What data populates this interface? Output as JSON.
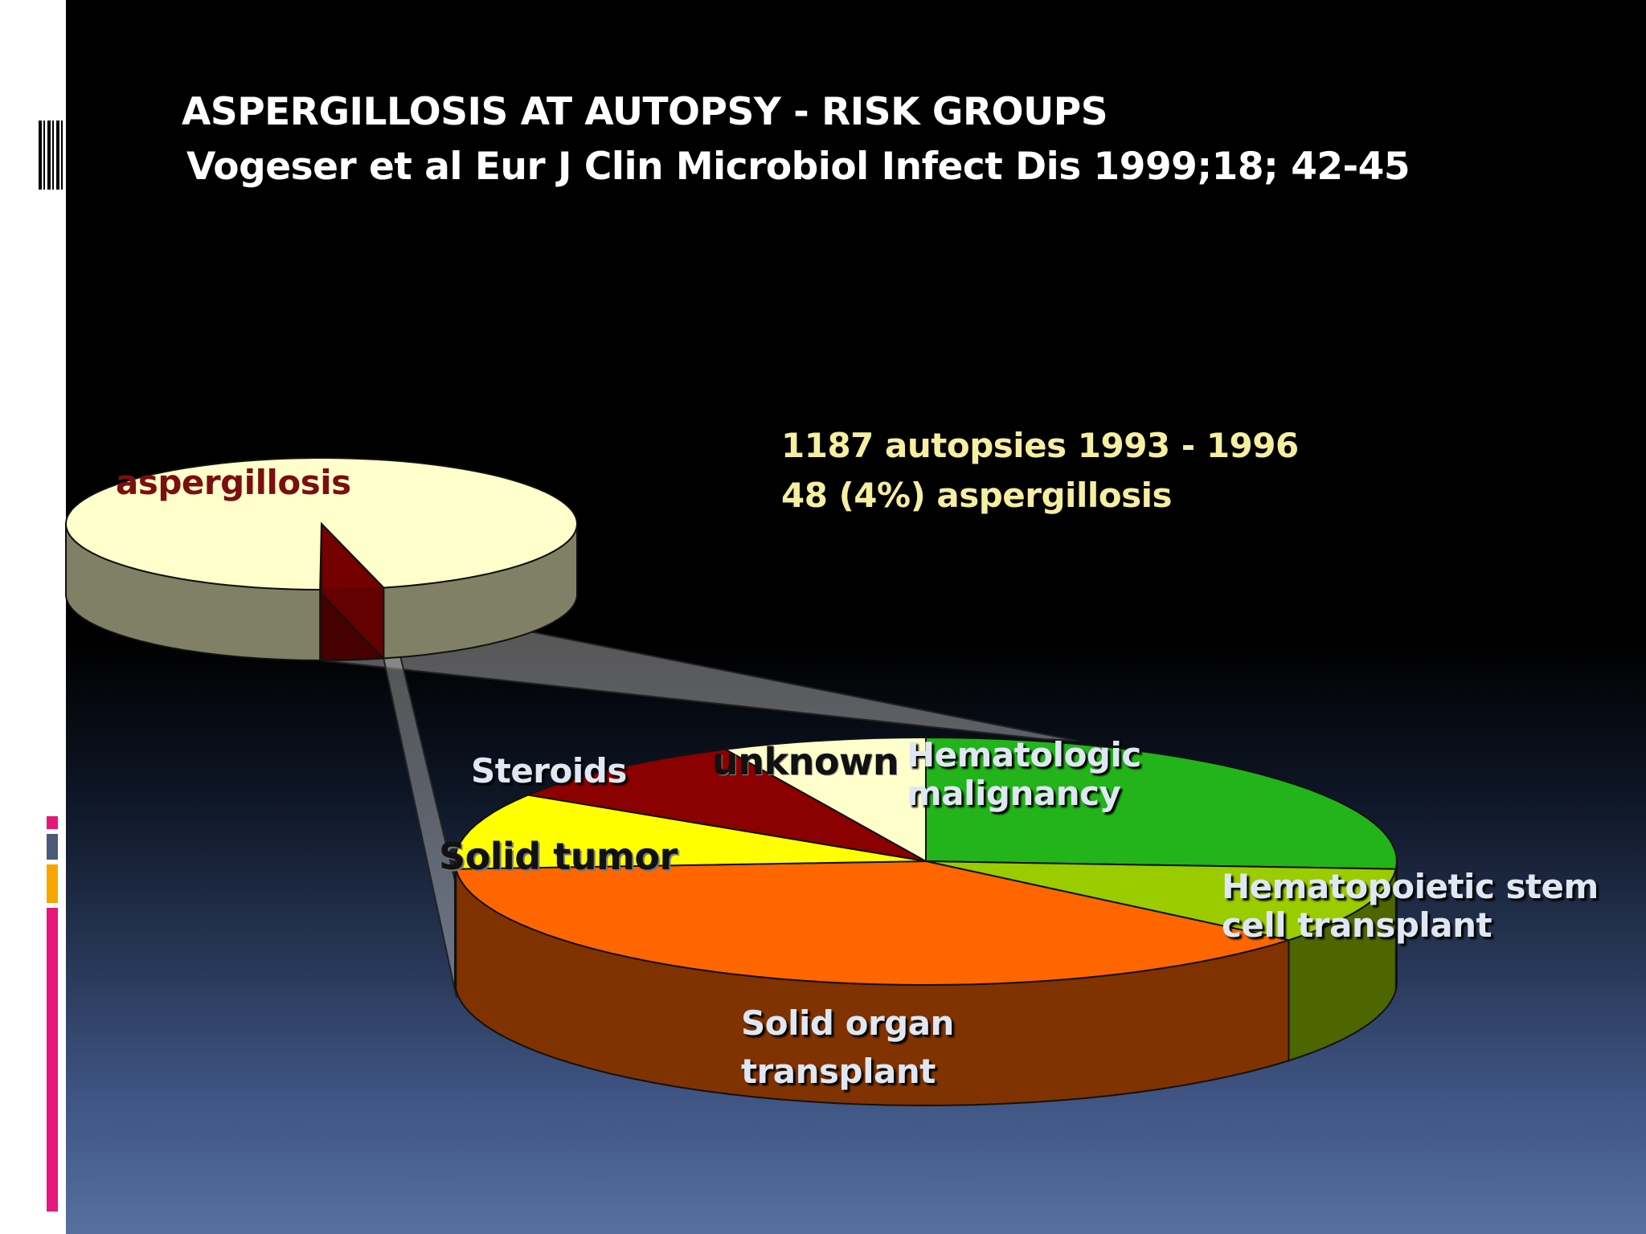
{
  "slide": {
    "title": "ASPERGILLOSIS AT AUTOPSY - RISK GROUPS",
    "subtitle": "Vogeser et al  Eur J Clin Microbiol Infect Dis 1999;18; 42-45",
    "stats_line1": "1187 autopsies 1993 - 1996",
    "stats_line2": "48 (4%) aspergillosis"
  },
  "colors": {
    "title": "#ffffff",
    "stats": "#f6eea0",
    "accent_pink": "#e5177a",
    "accent_gray": "#4a5a78",
    "accent_orange": "#f7a600"
  },
  "chart_data": [
    {
      "type": "pie",
      "style": "3d-pie",
      "slices": [
        {
          "label": "aspergillosis",
          "value": 4,
          "color": "#8b0000"
        },
        {
          "label": "",
          "value": 96,
          "color": "#ffffcc"
        }
      ]
    },
    {
      "type": "pie",
      "style": "3d-pie-exploded-from-aspergillosis",
      "slices": [
        {
          "label": "Hematologic malignancy",
          "label_lines": [
            "Hematologic",
            "malignancy"
          ],
          "value": 26,
          "color": "#22b41a"
        },
        {
          "label": "Hematopoietic stem cell transplant",
          "label_lines": [
            "Hematopoietic stem",
            "cell transplant"
          ],
          "value": 10,
          "color": "#9acc00"
        },
        {
          "label": "Solid organ transplant",
          "label_lines": [
            "Solid organ",
            "transplant"
          ],
          "value": 38,
          "color": "#ff6600"
        },
        {
          "label": "Solid tumor",
          "label_lines": [
            "Solid tumor"
          ],
          "value": 10,
          "color": "#ffff00"
        },
        {
          "label": "Steroids",
          "label_lines": [
            "Steroids"
          ],
          "value": 9,
          "color": "#8b0000"
        },
        {
          "label": "unknown",
          "label_lines": [
            "unknown"
          ],
          "value": 7,
          "color": "#ffffcc"
        }
      ]
    }
  ]
}
